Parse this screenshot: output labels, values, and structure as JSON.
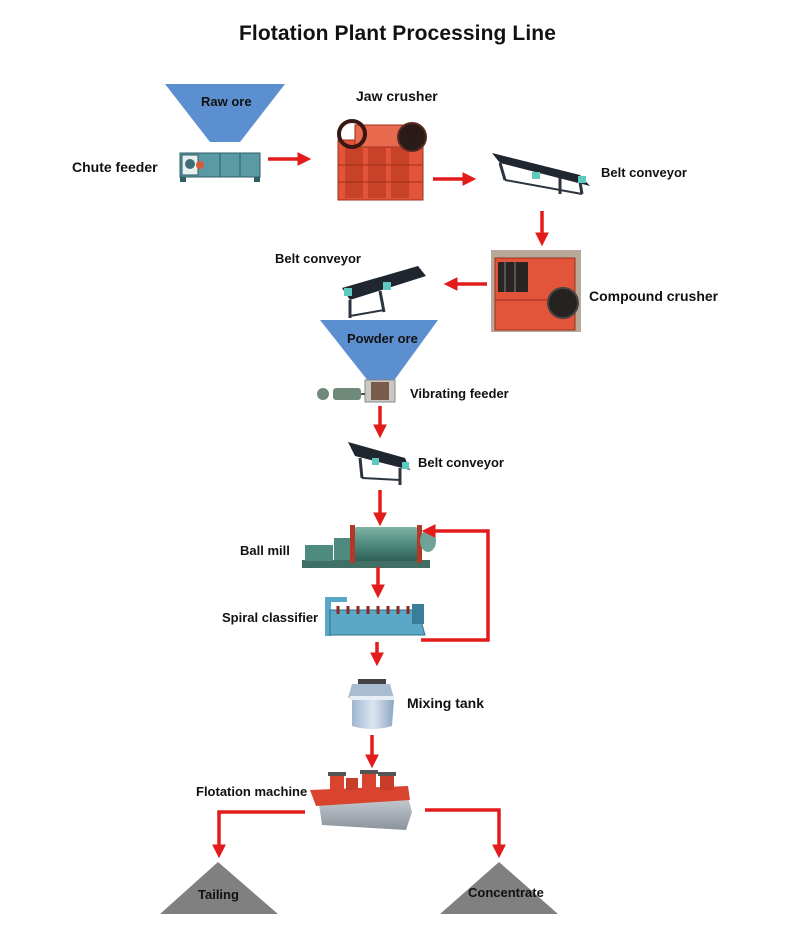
{
  "title": "Flotation Plant Processing Line",
  "colors": {
    "arrow": "#e31b1b",
    "hopper": "#5b8fcf",
    "pile": "#808080",
    "crusher": "#e2553a",
    "machine_green": "#4f8a7e",
    "classifier_blue": "#5aa7c7",
    "tank": "#b8c9dd",
    "belt": "#1f2630"
  },
  "nodes": {
    "raw_ore": {
      "label": "Raw ore",
      "icon": "hopper-icon"
    },
    "chute_feeder": {
      "label": "Chute feeder",
      "icon": "chute-feeder-icon"
    },
    "jaw_crusher": {
      "label": "Jaw crusher",
      "icon": "jaw-crusher-icon"
    },
    "belt_conveyor_1": {
      "label": "Belt conveyor",
      "icon": "belt-conveyor-icon"
    },
    "compound_crusher": {
      "label": "Compound crusher",
      "icon": "compound-crusher-icon"
    },
    "belt_conveyor_2": {
      "label": "Belt conveyor",
      "icon": "belt-conveyor-icon"
    },
    "powder_ore": {
      "label": "Powder ore",
      "icon": "hopper-icon"
    },
    "vibrating_feeder": {
      "label": "Vibrating feeder",
      "icon": "vibrating-feeder-icon"
    },
    "belt_conveyor_3": {
      "label": "Belt conveyor",
      "icon": "belt-conveyor-icon"
    },
    "ball_mill": {
      "label": "Ball mill",
      "icon": "ball-mill-icon"
    },
    "spiral_classifier": {
      "label": "Spiral classifier",
      "icon": "spiral-classifier-icon"
    },
    "mixing_tank": {
      "label": "Mixing tank",
      "icon": "mixing-tank-icon"
    },
    "flotation_machine": {
      "label": "Flotation machine",
      "icon": "flotation-machine-icon"
    },
    "tailing": {
      "label": "Tailing",
      "icon": "pile-icon"
    },
    "concentrate": {
      "label": "Concentrate",
      "icon": "pile-icon"
    }
  },
  "flows": [
    [
      "chute_feeder",
      "jaw_crusher"
    ],
    [
      "jaw_crusher",
      "belt_conveyor_1"
    ],
    [
      "belt_conveyor_1",
      "compound_crusher"
    ],
    [
      "compound_crusher",
      "belt_conveyor_2"
    ],
    [
      "vibrating_feeder",
      "belt_conveyor_3"
    ],
    [
      "belt_conveyor_3",
      "ball_mill"
    ],
    [
      "ball_mill",
      "spiral_classifier"
    ],
    [
      "spiral_classifier",
      "ball_mill"
    ],
    [
      "spiral_classifier",
      "mixing_tank"
    ],
    [
      "mixing_tank",
      "flotation_machine"
    ],
    [
      "flotation_machine",
      "tailing"
    ],
    [
      "flotation_machine",
      "concentrate"
    ]
  ]
}
